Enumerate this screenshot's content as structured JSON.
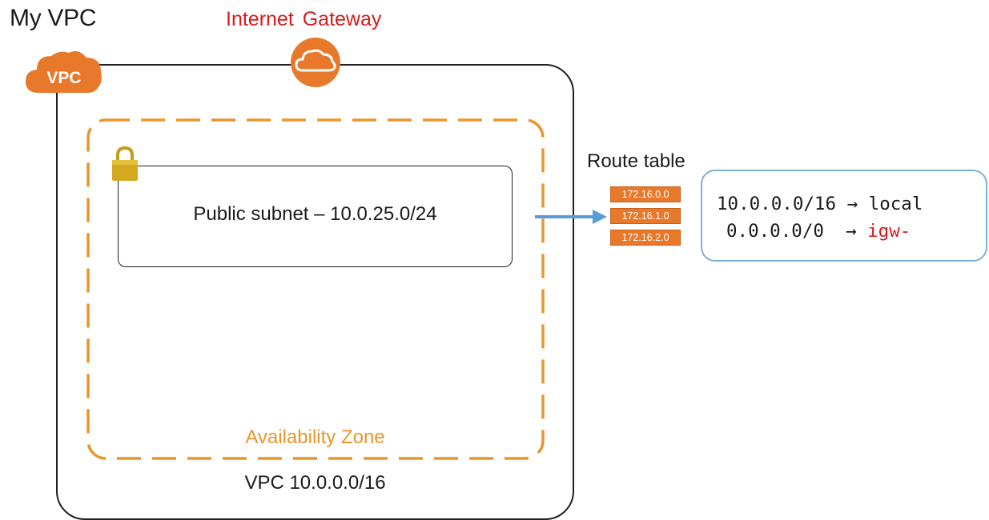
{
  "title": "My VPC",
  "internet_gateway": {
    "label": "Internet  Gateway",
    "icon": "cloud-icon",
    "color": "#E8782A"
  },
  "vpc": {
    "badge": "VPC",
    "cidr_label": "VPC 10.0.0.0/16",
    "badge_color": "#E8782A"
  },
  "availability_zone": {
    "label": "Availability Zone",
    "color": "#E8962A"
  },
  "subnet": {
    "label": "Public subnet – 10.0.25.0/24",
    "icon": "lock-icon"
  },
  "route_table": {
    "title": "Route table",
    "entries": [
      "172.16.0.0",
      "172.16.1.0",
      "172.16.2.0"
    ],
    "routes": [
      {
        "destination": "10.0.0.0/16",
        "arrow": "→",
        "target": "local"
      },
      {
        "destination": "0.0.0.0/0",
        "arrow": "→",
        "target": "igw-"
      }
    ]
  },
  "colors": {
    "accent_orange": "#E8782A",
    "gateway_red": "#D91A1A",
    "route_box_border": "#7FB0D8",
    "arrow_blue": "#5B9BD5"
  }
}
